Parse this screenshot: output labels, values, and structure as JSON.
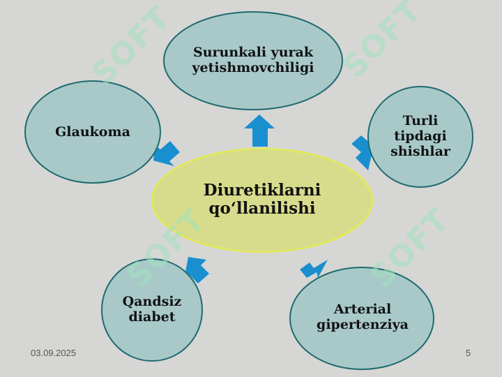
{
  "slide": {
    "center": "Diuretiklarni qo‘llanilishi",
    "center_lines": [
      "Diuretiklarni",
      "qo‘llanilishi"
    ],
    "nodes": [
      {
        "id": "heart-failure",
        "lines": [
          "Surunkali yurak",
          "yetishmovchiligi"
        ]
      },
      {
        "id": "glaucoma",
        "lines": [
          "Glaukoma"
        ]
      },
      {
        "id": "edema",
        "lines": [
          "Turli",
          "tipdagi",
          "shishlar"
        ]
      },
      {
        "id": "diabetes",
        "lines": [
          "Qandsiz",
          "diabet"
        ]
      },
      {
        "id": "hypertension",
        "lines": [
          "Arterial",
          "gipertenziya"
        ]
      }
    ],
    "date": "03.09.2025",
    "page_number": "5",
    "watermark_text": "SOFT"
  },
  "colors": {
    "background": "#d6d6d4",
    "node_fill": "#a9c9c9",
    "node_stroke": "#1f6a6e",
    "center_fill": "#d7dc8c",
    "center_stroke": "#e0e860",
    "arrow": "#1a8fd0"
  }
}
